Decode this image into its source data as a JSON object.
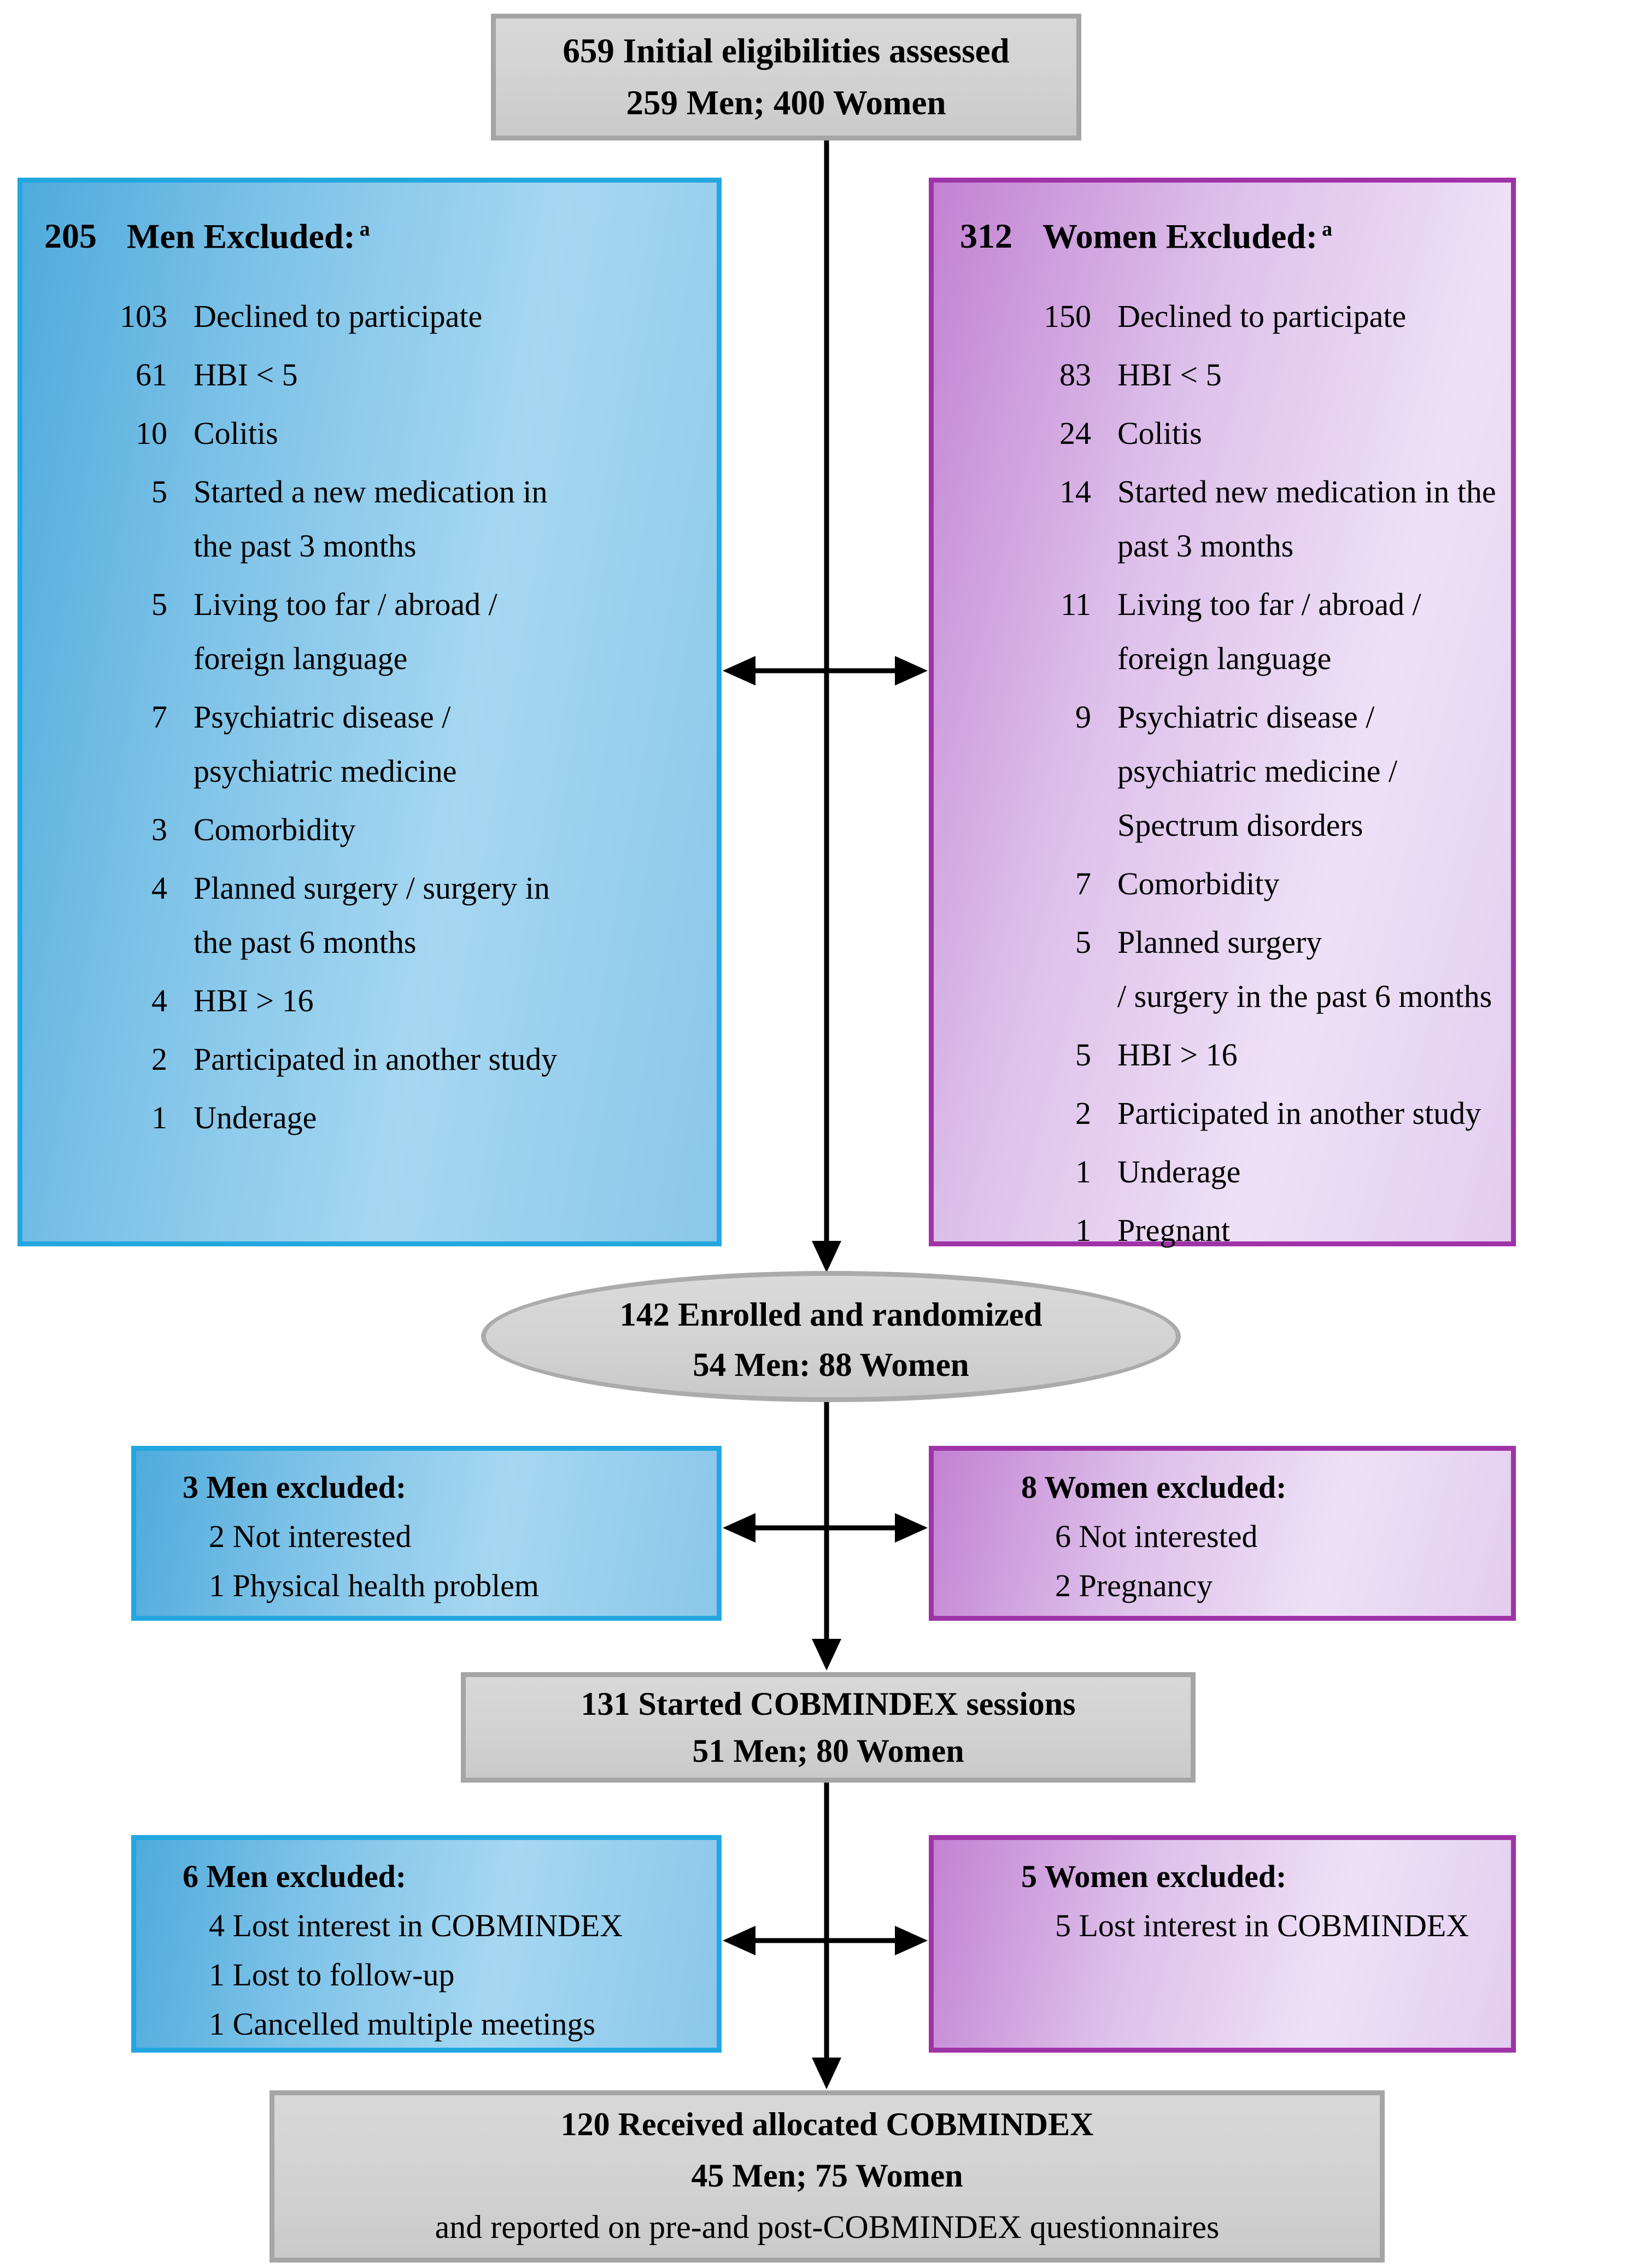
{
  "colors": {
    "blue_border": "#22a7e0",
    "blue_fill_light": "#a6d7f1",
    "purple_border": "#a033a8",
    "purple_fill_light": "#eee1f6",
    "gray_border": "#a5a5a5",
    "gray_fill": "#d2d2d2",
    "arrow": "#000000"
  },
  "top_box": {
    "line1": "659 Initial eligibilities assessed",
    "line2": "259 Men; 400 Women"
  },
  "men_excluded_box": {
    "count": "205",
    "title": "Men Excluded:",
    "footnote": "a",
    "items": [
      {
        "num": "103",
        "text": "Declined to participate"
      },
      {
        "num": "61",
        "text": "HBI < 5"
      },
      {
        "num": "10",
        "text": "Colitis"
      },
      {
        "num": "5",
        "text": "Started a new medication in\nthe past 3 months"
      },
      {
        "num": "5",
        "text": "Living too far / abroad /\nforeign language"
      },
      {
        "num": "7",
        "text": "Psychiatric disease /\npsychiatric medicine"
      },
      {
        "num": "3",
        "text": "Comorbidity"
      },
      {
        "num": "4",
        "text": "Planned surgery / surgery in\nthe past 6 months"
      },
      {
        "num": "4",
        "text": "HBI > 16"
      },
      {
        "num": "2",
        "text": "Participated in another study"
      },
      {
        "num": "1",
        "text": "Underage"
      }
    ]
  },
  "women_excluded_box": {
    "count": "312",
    "title": "Women Excluded:",
    "footnote": "a",
    "items": [
      {
        "num": "150",
        "text": "Declined to participate"
      },
      {
        "num": "83",
        "text": "HBI < 5"
      },
      {
        "num": "24",
        "text": "Colitis"
      },
      {
        "num": "14",
        "text": "Started new medication in the\npast 3 months"
      },
      {
        "num": "11",
        "text": "Living too far / abroad /\nforeign language"
      },
      {
        "num": "9",
        "text": "Psychiatric disease /\npsychiatric medicine /\nSpectrum disorders"
      },
      {
        "num": "7",
        "text": "Comorbidity"
      },
      {
        "num": "5",
        "text": "Planned surgery\n/ surgery in the past 6 months"
      },
      {
        "num": "5",
        "text": "HBI > 16"
      },
      {
        "num": "2",
        "text": "Participated in another study"
      },
      {
        "num": "1",
        "text": "Underage"
      },
      {
        "num": "1",
        "text": "Pregnant"
      }
    ]
  },
  "enrolled_ellipse": {
    "line1": "142 Enrolled and randomized",
    "line2": "54 Men: 88 Women"
  },
  "men_excluded_mid": {
    "title": "3 Men excluded:",
    "items": [
      "2 Not interested",
      "1 Physical health problem"
    ]
  },
  "women_excluded_mid": {
    "title": "8 Women excluded:",
    "items": [
      "6 Not interested",
      "2 Pregnancy"
    ]
  },
  "started_box": {
    "line1": "131 Started COBMINDEX sessions",
    "line2": "51 Men; 80 Women"
  },
  "men_excluded_low": {
    "title": "6 Men excluded:",
    "items": [
      "4 Lost interest in COBMINDEX",
      "1 Lost to follow-up",
      "1 Cancelled multiple meetings"
    ]
  },
  "women_excluded_low": {
    "title": "5 Women excluded:",
    "items": [
      "5 Lost interest in COBMINDEX"
    ]
  },
  "received_box": {
    "line1": "120 Received allocated COBMINDEX",
    "line2": "45 Men; 75 Women",
    "line3": "and reported on pre-and post-COBMINDEX questionnaires"
  }
}
